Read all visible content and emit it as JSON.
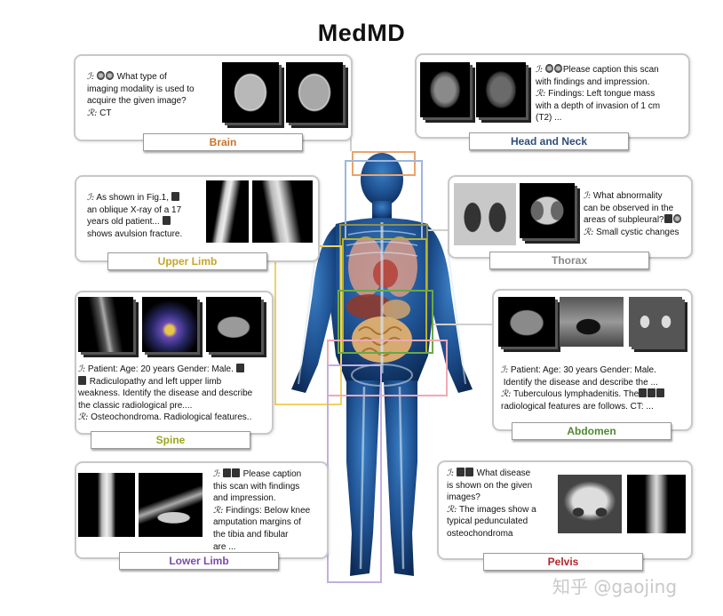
{
  "title": "MedMD",
  "sections": {
    "brain": {
      "label": "Brain",
      "color": "#c8742c",
      "lines": [
        "What type of",
        "imaging modality is used to",
        "acquire the given image?",
        "CT"
      ]
    },
    "head_neck": {
      "label": "Head and Neck",
      "color": "#2f4d7a",
      "lines": [
        "Please caption this scan",
        "with findings and impression.",
        "Findings: Left tongue mass",
        "with a depth of invasion of 1 cm",
        "(T2) ..."
      ]
    },
    "upper_limb": {
      "label": "Upper Limb",
      "color": "#c6a62a",
      "lines": [
        "As shown in Fig.1,",
        "an oblique X-ray of a 17",
        "years old patient...",
        "shows avulsion fracture."
      ]
    },
    "thorax": {
      "label": "Thorax",
      "color": "#8a8a8a",
      "lines": [
        "What abnormality",
        "can be observed in the",
        "areas of subpleural?",
        "Small cystic changes"
      ]
    },
    "spine": {
      "label": "Spine",
      "color": "#9aa61e",
      "lines": [
        "Patient: Age: 20 years Gender: Male.",
        "Radiculopathy and left upper limb",
        "weakness. Identify the disease and describe",
        "the classic radiological pre....",
        "Osteochondroma. Radiological features.."
      ]
    },
    "abdomen": {
      "label": "Abdomen",
      "color": "#4f8a2f",
      "lines": [
        "Patient: Age: 30 years Gender: Male.",
        "Identify the disease and describe the ...",
        "Tuberculous lymphadenitis. The",
        "radiological features are follows. CT: ..."
      ]
    },
    "lower_limb": {
      "label": "Lower Limb",
      "color": "#7a4aa8",
      "lines": [
        "Please caption",
        "this scan with findings",
        "and impression.",
        "Findings: Below knee",
        "amputation margins of",
        "the tibia and fibular",
        "are ..."
      ]
    },
    "pelvis": {
      "label": "Pelvis",
      "color": "#b3262a",
      "lines": [
        "What disease",
        "is shown on the given",
        "images?",
        "The images show a",
        "typical pedunculated",
        "osteochondroma"
      ]
    }
  },
  "symbols": {
    "instruction": "ℐ:",
    "response": "ℛ:"
  },
  "watermark": "知乎 @gaojing"
}
